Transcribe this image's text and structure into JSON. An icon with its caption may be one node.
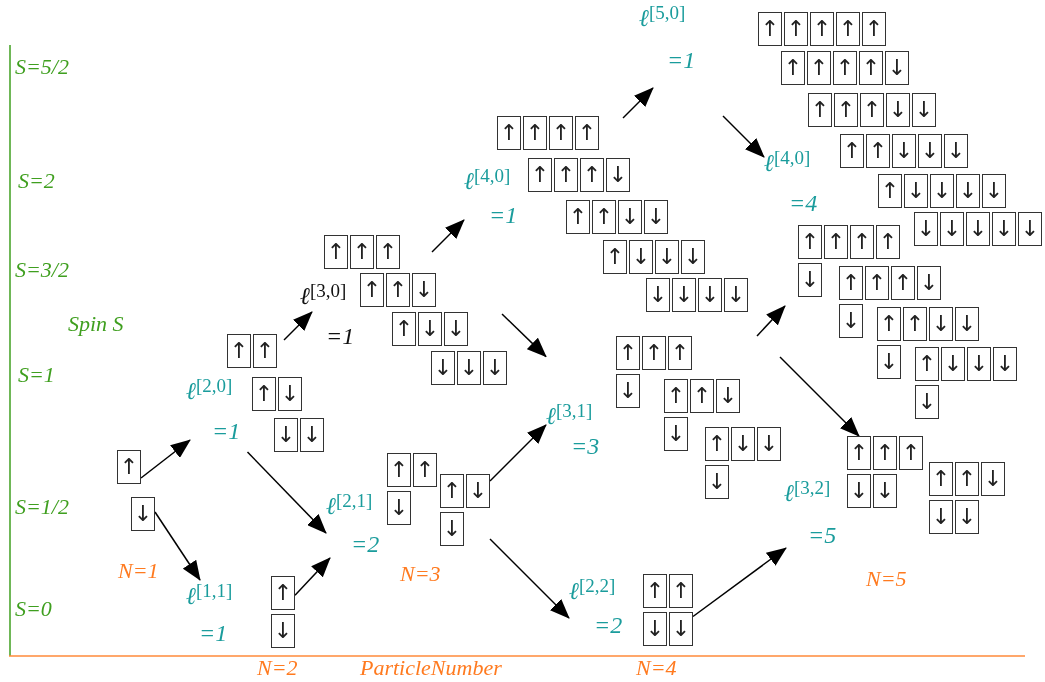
{
  "diagram": {
    "nodes": [
      {
        "text": [
          "↑"
        ]
      },
      {
        "text": [
          "↓"
        ]
      },
      {
        "text": [
          "ℓ$^{[2,0]}$",
          "=1"
        ]
      },
      {
        "text": [
          "↑"
        ],
        "in": 2
      },
      {
        "text": [
          "↑"
        ],
        "in": 2
      },
      {
        "text": [
          "↑"
        ],
        "in": 2
      },
      {
        "text": [
          "↓"
        ],
        "in": 2
      },
      {
        "text": [
          "↓"
        ],
        "in": 2
      },
      {
        "text": [
          "↓"
        ],
        "in": 2
      },
      {
        "text": [
          "ℓ$^{[1,1]}$",
          "=1"
        ]
      },
      {
        "text": [
          "↑"
        ],
        "in": 9
      },
      {
        "text": [
          "↓"
        ],
        "in": 9
      },
      {
        "text": [
          "ℓ$^{[3,0]}$",
          "=1"
        ]
      },
      {
        "text": [
          "↑"
        ],
        "in": 12
      },
      {
        "text": [
          "↑"
        ],
        "in": 12
      },
      {
        "text": [
          "↑"
        ],
        "in": 12
      },
      {
        "text": [
          "↑"
        ],
        "in": 12
      },
      {
        "text": [
          "↑"
        ],
        "in": 12
      },
      {
        "text": [
          "↓"
        ],
        "in": 12
      },
      {
        "text": [
          "↑"
        ],
        "in": 12
      },
      {
        "text": [
          "↓"
        ],
        "in": 12
      },
      {
        "text": [
          "↓"
        ],
        "in": 12
      },
      {
        "text": [
          "↓"
        ],
        "in": 12
      },
      {
        "text": [
          "↓"
        ],
        "in": 12
      },
      {
        "text": [
          "↓"
        ],
        "in": 12
      },
      {
        "text": [
          "ℓ$^{[2,1]}$",
          "=2"
        ]
      },
      {
        "text": [
          "↑"
        ],
        "in": 25
      },
      {
        "text": [
          "↑"
        ],
        "in": 25
      },
      {
        "text": [
          "↓"
        ],
        "in": 25
      },
      {
        "text": [
          "↑"
        ],
        "in": 25
      },
      {
        "text": [
          "↓"
        ],
        "in": 25
      },
      {
        "text": [
          "↓"
        ],
        "in": 25
      },
      {
        "text": [
          "ℓ$^{[4,0]}$",
          "=1"
        ]
      },
      {
        "text": [
          "↑"
        ],
        "in": 32
      },
      {
        "text": [
          "↑"
        ],
        "in": 32
      },
      {
        "text": [
          "↑"
        ],
        "in": 32
      },
      {
        "text": [
          "↑"
        ],
        "in": 32
      },
      {
        "text": [
          "↑"
        ],
        "in": 32
      },
      {
        "text": [
          "↑"
        ],
        "in": 32
      },
      {
        "text": [
          "↑"
        ],
        "in": 32
      },
      {
        "text": [
          "↓"
        ],
        "in": 32
      },
      {
        "text": [
          "↑"
        ],
        "in": 32
      },
      {
        "text": [
          "↑"
        ],
        "in": 32
      },
      {
        "text": [
          "↓"
        ],
        "in": 32
      },
      {
        "text": [
          "↓"
        ],
        "in": 32
      },
      {
        "text": [
          "↑"
        ],
        "in": 32
      },
      {
        "text": [
          "↓"
        ],
        "in": 32
      },
      {
        "text": [
          "↓"
        ],
        "in": 32
      },
      {
        "text": [
          "↓"
        ],
        "in": 32
      },
      {
        "text": [
          "↓"
        ],
        "in": 32
      },
      {
        "text": [
          "↓"
        ],
        "in": 32
      },
      {
        "text": [
          "↓"
        ],
        "in": 32
      },
      {
        "text": [
          "↓"
        ],
        "in": 32
      },
      {
        "text": [
          "ℓ$^{[3,1]}$",
          "=3"
        ]
      },
      {
        "text": [
          "↑"
        ],
        "in": 53
      },
      {
        "text": [
          "↑"
        ],
        "in": 53
      },
      {
        "text": [
          "↑"
        ],
        "in": 53
      },
      {
        "text": [
          "↓"
        ],
        "in": 53
      },
      {
        "text": [
          "↑"
        ],
        "in": 53
      },
      {
        "text": [
          "↑"
        ],
        "in": 53
      },
      {
        "text": [
          "↓"
        ],
        "in": 53
      },
      {
        "text": [
          "↓"
        ],
        "in": 53
      },
      {
        "text": [
          "↑"
        ],
        "in": 53
      },
      {
        "text": [
          "↓"
        ],
        "in": 53
      },
      {
        "text": [
          "↓"
        ],
        "in": 53
      },
      {
        "text": [
          "↓"
        ],
        "in": 53
      },
      {
        "text": [
          "ℓ$^{[2,2]}$",
          "=2"
        ]
      },
      {
        "text": [
          "↑"
        ],
        "in": 66
      },
      {
        "text": [
          "↑"
        ],
        "in": 66
      },
      {
        "text": [
          "↓"
        ],
        "in": 66
      },
      {
        "text": [
          "↓"
        ],
        "in": 66
      },
      {
        "text": [
          "ℓ$^{[5,0]}$",
          "=1"
        ]
      },
      {
        "text": [
          "↑"
        ],
        "in": 71
      },
      {
        "text": [
          "↑"
        ],
        "in": 71
      },
      {
        "text": [
          "↑"
        ],
        "in": 71
      },
      {
        "text": [
          "↑"
        ],
        "in": 71
      },
      {
        "text": [
          "↑"
        ],
        "in": 71
      },
      {
        "text": [
          "↑"
        ],
        "in": 71
      },
      {
        "text": [
          "↑"
        ],
        "in": 71
      },
      {
        "text": [
          "↑"
        ],
        "in": 71
      },
      {
        "text": [
          "↑"
        ],
        "in": 71
      },
      {
        "text": [
          "↓"
        ],
        "in": 71
      },
      {
        "text": [
          "↑"
        ],
        "in": 71
      },
      {
        "text": [
          "↑"
        ],
        "in": 71
      },
      {
        "text": [
          "↑"
        ],
        "in": 71
      },
      {
        "text": [
          "↓"
        ],
        "in": 71
      },
      {
        "text": [
          "↓"
        ],
        "in": 71
      },
      {
        "text": [
          "↑"
        ],
        "in": 71
      },
      {
        "text": [
          "↑"
        ],
        "in": 71
      },
      {
        "text": [
          "↓"
        ],
        "in": 71
      },
      {
        "text": [
          "↓"
        ],
        "in": 71
      },
      {
        "text": [
          "↓"
        ],
        "in": 71
      },
      {
        "text": [
          "↑"
        ],
        "in": 71
      },
      {
        "text": [
          "↓"
        ],
        "in": 71
      },
      {
        "text": [
          "↓"
        ],
        "in": 71
      },
      {
        "text": [
          "↓"
        ],
        "in": 71
      },
      {
        "text": [
          "↓"
        ],
        "in": 71
      },
      {
        "text": [
          "↓"
        ],
        "in": 71
      },
      {
        "text": [
          "↓"
        ],
        "in": 71
      },
      {
        "text": [
          "↓"
        ],
        "in": 71
      },
      {
        "text": [
          "↓"
        ],
        "in": 71
      },
      {
        "text": [
          "↓"
        ],
        "in": 71
      },
      {
        "text": [
          "ℓ$^{[4,0]}$",
          "=4"
        ]
      },
      {
        "text": [
          "↑"
        ],
        "in": 102
      },
      {
        "text": [
          "↑"
        ],
        "in": 102
      },
      {
        "text": [
          "↑"
        ],
        "in": 102
      },
      {
        "text": [
          "↑"
        ],
        "in": 102
      },
      {
        "text": [
          "↓"
        ],
        "in": 102
      },
      {
        "text": [
          "↑"
        ],
        "in": 102
      },
      {
        "text": [
          "↑"
        ],
        "in": 102
      },
      {
        "text": [
          "↑"
        ],
        "in": 102
      },
      {
        "text": [
          "↓"
        ],
        "in": 102
      },
      {
        "text": [
          "↓"
        ],
        "in": 102
      },
      {
        "text": [
          "↑"
        ],
        "in": 102
      },
      {
        "text": [
          "↑"
        ],
        "in": 102
      },
      {
        "text": [
          "↓"
        ],
        "in": 102
      },
      {
        "text": [
          "↓"
        ],
        "in": 102
      },
      {
        "text": [
          "↓"
        ],
        "in": 102
      },
      {
        "text": [
          "↑"
        ],
        "in": 102
      },
      {
        "text": [
          "↓"
        ],
        "in": 102
      },
      {
        "text": [
          "↓"
        ],
        "in": 102
      },
      {
        "text": [
          "↓"
        ],
        "in": 102
      },
      {
        "text": [
          "↓"
        ],
        "in": 102
      },
      {
        "text": [
          "ℓ$^{[3,2]}$",
          "=5"
        ]
      },
      {
        "text": [
          "↑"
        ],
        "in": 123
      },
      {
        "text": [
          "↑"
        ],
        "in": 123
      },
      {
        "text": [
          "↑"
        ],
        "in": 123
      },
      {
        "text": [
          "↓"
        ],
        "in": 123
      },
      {
        "text": [
          "↓"
        ],
        "in": 123
      },
      {
        "text": [
          "↑"
        ],
        "in": 123
      },
      {
        "text": [
          "↑"
        ],
        "in": 123
      },
      {
        "text": [
          "↓"
        ],
        "in": 123
      },
      {
        "text": [
          "↓"
        ],
        "in": 123
      },
      {
        "text": [
          "↓"
        ],
        "in": 123
      }
    ],
    "edges": [
      {
        "from": 0,
        "to": 2,
        "arrow": "to"
      },
      {
        "from": 1,
        "to": 9,
        "arrow": "to"
      },
      {
        "from": 2,
        "to": 12,
        "arrow": "to"
      },
      {
        "from": 2,
        "to": 25,
        "arrow": "to"
      },
      {
        "from": 9,
        "to": 25,
        "arrow": "to"
      },
      {
        "from": 12,
        "to": 32,
        "arrow": "to"
      },
      {
        "from": 12,
        "to": 53,
        "arrow": "to"
      },
      {
        "from": 25,
        "to": 53,
        "arrow": "to"
      },
      {
        "from": 25,
        "to": 66,
        "arrow": "to"
      },
      {
        "from": 32,
        "to": 71,
        "arrow": "to"
      },
      {
        "from": 32,
        "to": 102,
        "arrow": "to"
      },
      {
        "from": 53,
        "to": 102,
        "arrow": "to"
      },
      {
        "from": 53,
        "to": 123,
        "arrow": "to"
      },
      {
        "from": 66,
        "to": 123,
        "arrow": "to"
      }
    ],
    "labels": [
      "S=5/2",
      "S=2",
      "S=3/2",
      "Spin S",
      "S=1",
      "S=1/2",
      "S=0",
      "N=1",
      "N=3",
      "N=5",
      "N=2",
      "ParticleNumber",
      "N=4"
    ]
  }
}
